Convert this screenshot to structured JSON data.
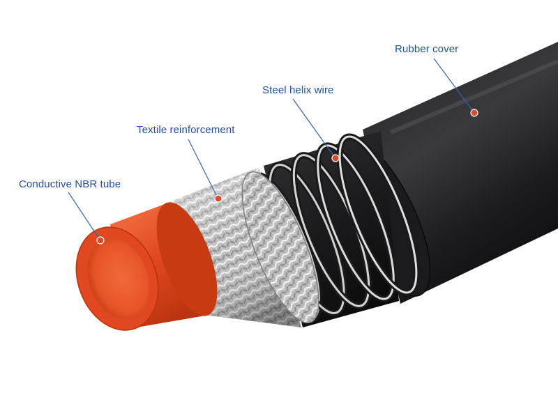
{
  "diagram": {
    "labels": {
      "rubber_cover": "Rubber cover",
      "steel_helix_wire": "Steel helix wire",
      "textile_reinforcement": "Textile reinforcement",
      "conductive_nbr_tube": "Conductive NBR tube"
    },
    "colors": {
      "label_text": "#1f4fa8",
      "leader_line": "#2f63b8",
      "marker_dot": "#e0482a",
      "nbr_tube": "#e0481f",
      "rubber_black": "#1e1e20",
      "steel": "#c8c8c8",
      "braid": "#bdbdbd"
    }
  }
}
